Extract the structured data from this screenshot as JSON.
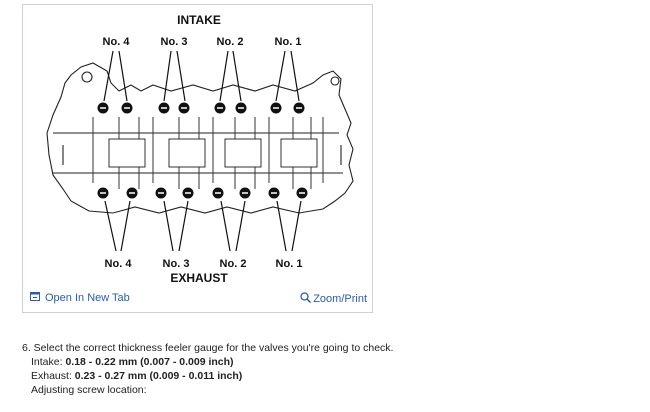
{
  "figure": {
    "top_title": "INTAKE",
    "bottom_title": "EXHAUST",
    "top_labels": [
      "No. 4",
      "No. 3",
      "No. 2",
      "No. 1"
    ],
    "bottom_labels": [
      "No. 4",
      "No. 3",
      "No. 2",
      "No. 1"
    ],
    "open_tab_label": "Open In New Tab",
    "zoom_label": "Zoom/Print"
  },
  "step": {
    "text": "6. Select the correct thickness feeler gauge for the valves you're going to check.",
    "intake_label": "Intake:",
    "intake_value": "0.18 - 0.22 mm (0.007 - 0.009 inch)",
    "exhaust_label": "Exhaust:",
    "exhaust_value": "0.23 - 0.27 mm (0.009 - 0.011 inch)",
    "adjusting_text": "Adjusting screw location:"
  }
}
